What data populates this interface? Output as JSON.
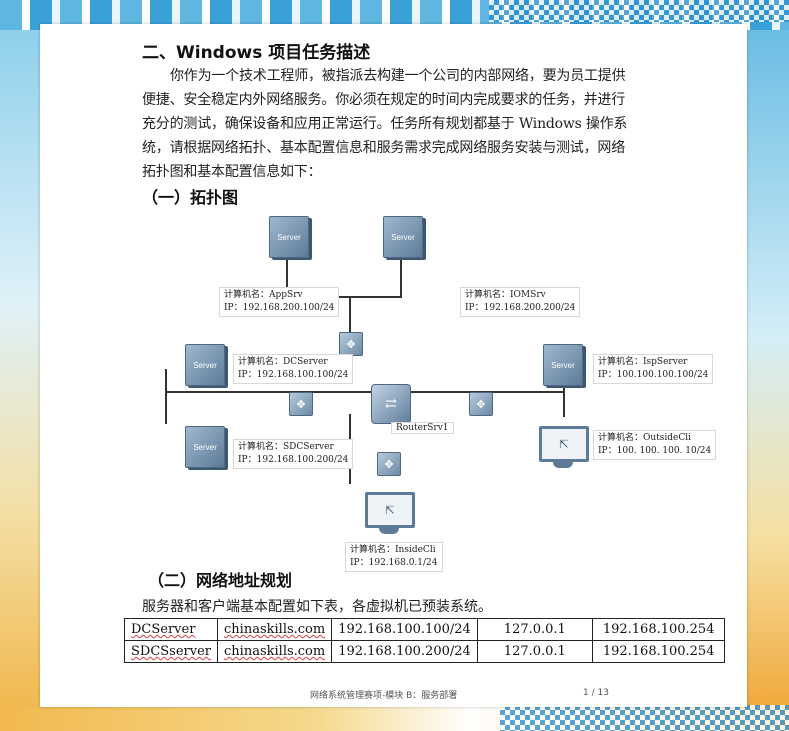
{
  "section_title": "二、Windows 项目任务描述",
  "intro": "你作为一个技术工程师，被指派去构建一个公司的内部网络，要为员工提供便捷、安全稳定内外网络服务。你必须在规定的时间内完成要求的任务，并进行充分的测试，确保设备和应用正常运行。任务所有规划都基于 Windows 操作系统，请根据网络拓扑、基本配置信息和服务需求完成网络服务安装与测试，网络拓扑图和基本配置信息如下：",
  "topology_heading": "（一）拓扑图",
  "topology": {
    "server_text": "Server",
    "router_name": "RouterSrv1",
    "nodes": {
      "appsrv": {
        "name": "计算机名：AppSrv",
        "ip": "IP：192.168.200.100/24"
      },
      "iomsrv": {
        "name": "计算机名：IOMSrv",
        "ip": "IP：192.168.200.200/24"
      },
      "dcserver": {
        "name": "计算机名：DCServer",
        "ip": "IP：192.168.100.100/24"
      },
      "ispserver": {
        "name": "计算机名：IspServer",
        "ip": "IP：100.100.100.100/24"
      },
      "sdcserver": {
        "name": "计算机名：SDCServer",
        "ip": "IP：192.168.100.200/24"
      },
      "outsidecli": {
        "name": "计算机名：OutsideCli",
        "ip": "IP：100. 100. 100. 10/24"
      },
      "insidecli": {
        "name": "计算机名：InsideCli",
        "ip": "IP：192.168.0.1/24"
      }
    }
  },
  "address_heading": "（二）网络地址规划",
  "address_note": "服务器和客户端基本配置如下表，各虚拟机已预装系统。",
  "table": {
    "rows": [
      [
        "DCServer",
        "chinaskills.com",
        "192.168.100.100/24",
        "127.0.0.1",
        "192.168.100.254"
      ],
      [
        "SDCSserver",
        "chinaskills.com",
        "192.168.100.200/24",
        "127.0.0.1",
        "192.168.100.254"
      ]
    ]
  },
  "footer": "网络系统管理赛项-模块 B：服务部署",
  "page_number": "1 / 13"
}
